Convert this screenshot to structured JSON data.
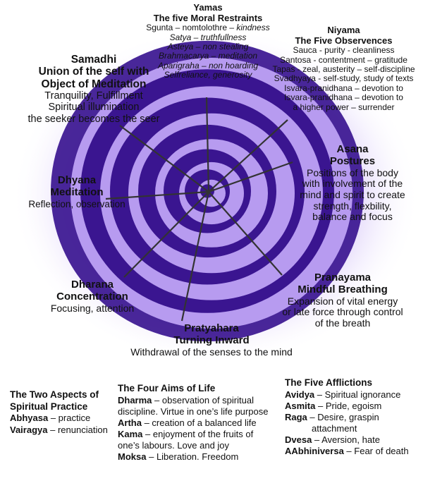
{
  "limbs": {
    "yamas": {
      "title": "Yamas",
      "subtitle": "The five Moral Restraints",
      "lines": [
        {
          "name": "Sgunta",
          "meaning": "nomtolothre",
          "note": "kindness"
        },
        {
          "name": "Satya",
          "meaning": "truthfullness"
        },
        {
          "name": "Asteya",
          "meaning": "non stealing"
        },
        {
          "name": "Brahmacarya",
          "meaning": "meditation"
        },
        {
          "name": "Aparigraha",
          "meaning": "non hoarding"
        },
        {
          "text": "Selfreliance, generosity"
        }
      ]
    },
    "niyama": {
      "title": "Niyama",
      "subtitle": "The Five Observences",
      "lines": [
        "Sauca - purity - cleanliness",
        "Santosa - contentment – gratitude",
        "Tapas - zeal, austerity – self-discipline",
        "Svadhyaya - self-study, study of texts",
        "Isvara-pranidhana – devotion to",
        "Isvara-pranidhana – devotion to",
        "a higher power – surrender"
      ]
    },
    "samadhi": {
      "title": "Samadhi",
      "subtitle_lines": [
        "Union of the self with",
        "Object of Meditation"
      ],
      "lines": [
        "Tranquility, Fulfillment",
        "Spiritual illumination",
        "the seeker becomes the seer"
      ]
    },
    "asana": {
      "title": "Asana",
      "subtitle": "Postures",
      "lines": [
        "Positions of the body",
        "with involvement of the",
        "mind and spirit to create",
        "strength, flexbility,",
        "balance and focus"
      ]
    },
    "dhyana": {
      "title": "Dhyana",
      "subtitle": "Meditation",
      "lines": [
        "Reflection, observation"
      ]
    },
    "pranayama": {
      "title": "Pranayama",
      "subtitle": "Mindful Breathing",
      "lines": [
        "Expansion of vital energy",
        "or late force through control",
        "of the breath"
      ]
    },
    "dharana": {
      "title": "Dharana",
      "subtitle": "Concentration",
      "lines": [
        "Focusing, attention"
      ]
    },
    "pratyahara": {
      "title": "Pratyahara",
      "subtitle": "Turning Inward",
      "lines": [
        "Withdrawal of the senses to the mind"
      ]
    }
  },
  "aspects": {
    "title_lines": [
      "The Two Aspects of",
      "Spiritual Practice"
    ],
    "items": [
      {
        "term": "Abhyasa",
        "def": "practice"
      },
      {
        "term": "Vairagya",
        "def": "renunciation"
      }
    ]
  },
  "aims": {
    "title": "The Four Aims of Life",
    "items": [
      {
        "term": "Dharma",
        "def": "observation of spiritual",
        "cont": [
          "discipline. Virtue in one’s life purpose"
        ]
      },
      {
        "term": "Artha",
        "def": "creation of a balanced life",
        "cont": []
      },
      {
        "term": "Kama",
        "def": "enjoyment of the fruits of",
        "cont": [
          "one’s labours. Love and joy"
        ]
      },
      {
        "term": "Moksa",
        "def": "Liberation. Freedom",
        "cont": []
      }
    ]
  },
  "afflictions": {
    "title": "The Five Afflictions",
    "items": [
      {
        "term": "Avidya",
        "def": "Spiritual ignorance",
        "cont": []
      },
      {
        "term": "Asmita",
        "def": "Pride, egoism",
        "cont": []
      },
      {
        "term": "Raga",
        "def": "Desire, graspin",
        "cont": [
          "attachment"
        ]
      },
      {
        "term": "Dvesa",
        "def": "Aversion, hate",
        "cont": []
      },
      {
        "term": "AAbhiniversa",
        "def": "Fear of death",
        "cont": []
      }
    ]
  },
  "colors": {
    "ring_dark": "#3a1590",
    "ring_light": "#b79bf0",
    "spoke": "#333333"
  }
}
